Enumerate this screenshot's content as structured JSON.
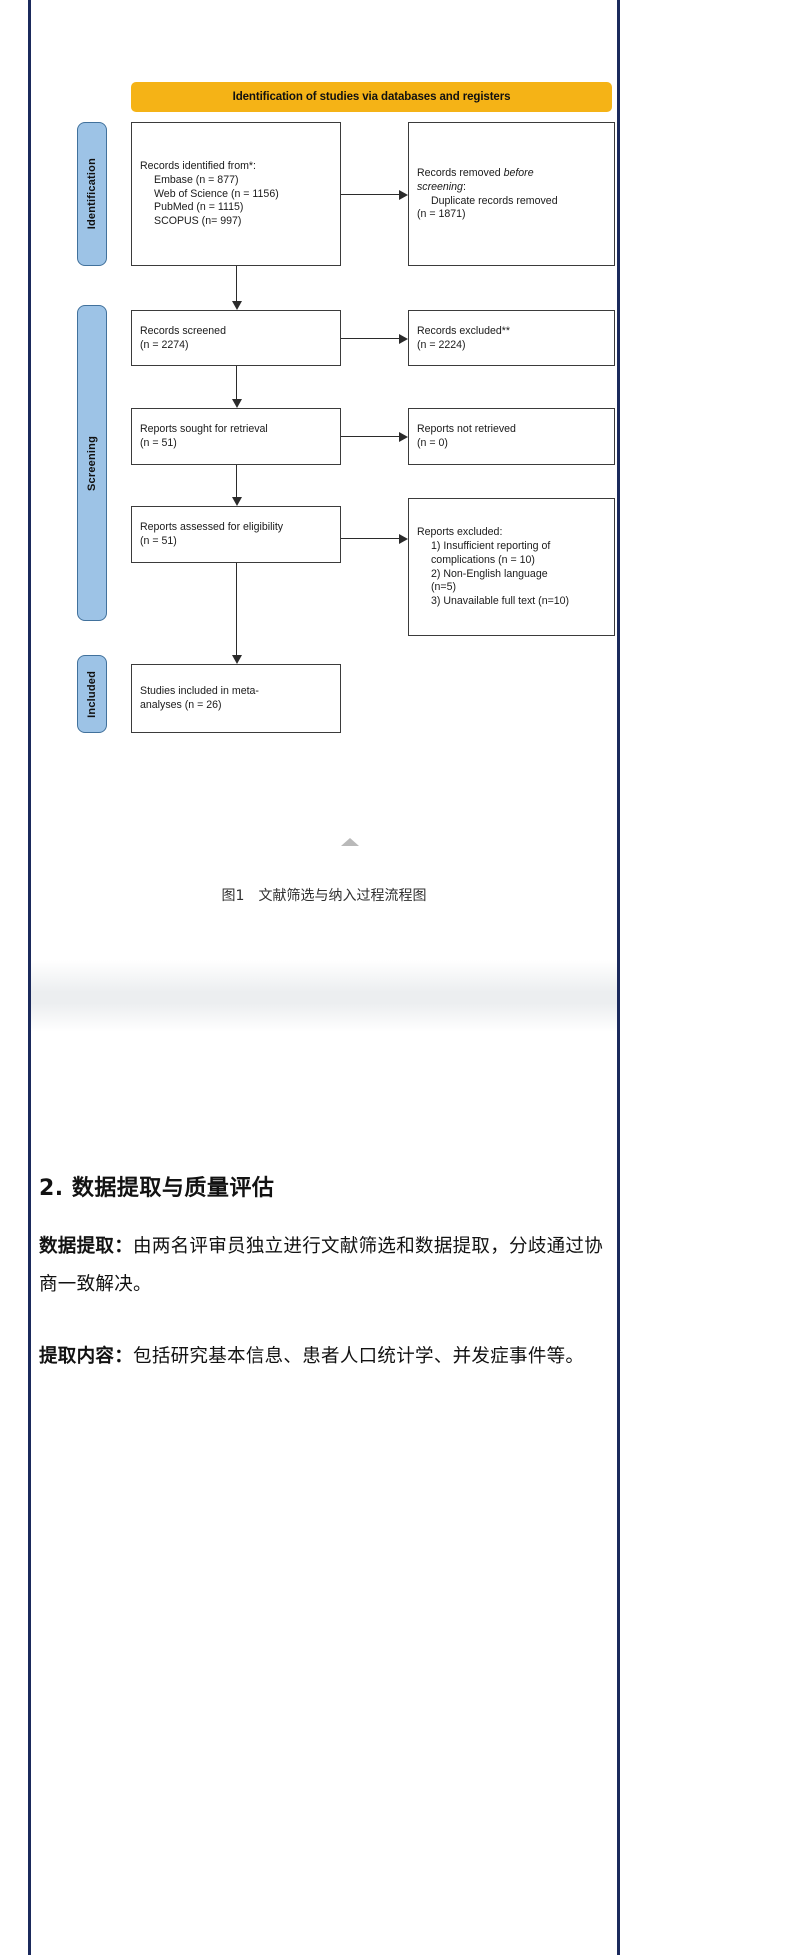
{
  "figure": {
    "banner": "Identification of studies via databases and registers",
    "stages": [
      {
        "id": "identification",
        "label": "Identification"
      },
      {
        "id": "screening",
        "label": "Screening"
      },
      {
        "id": "included",
        "label": "Included"
      }
    ],
    "nodes": {
      "identified": {
        "title": "Records identified from*:",
        "items": [
          "Embase (n = 877)",
          "Web of Science (n = 1156)",
          "PubMed (n = 1115)",
          "SCOPUS (n= 997)"
        ]
      },
      "removed": {
        "line1": "Records removed ",
        "line1_italic": "before",
        "line2_italic": "screening",
        "line2_tail": ":",
        "item": "Duplicate records removed",
        "count": "(n = 1871)"
      },
      "screened": {
        "title": "Records screened",
        "count": "(n = 2274)"
      },
      "excluded_records": {
        "title": "Records excluded**",
        "count": "(n = 2224)"
      },
      "sought": {
        "title": "Reports sought for retrieval",
        "count": "(n = 51)"
      },
      "not_retrieved": {
        "title": "Reports not retrieved",
        "count": "(n = 0)"
      },
      "assessed": {
        "title": "Reports assessed for eligibility",
        "count": "(n = 51)"
      },
      "excluded_reports": {
        "title": "Reports excluded:",
        "items": [
          "1) Insufficient reporting of",
          "complications (n = 10)",
          "2) Non-English language",
          "(n=5)",
          "3) Unavailable full text (n=10)"
        ]
      },
      "included_studies": {
        "line1": "Studies included in meta-",
        "line2": "analyses (n = 26)"
      }
    },
    "caption_label": "图1",
    "caption_text": "文献筛选与纳入过程流程图",
    "colors": {
      "banner": "#f5b316",
      "stage_tab_fill": "#9dc3e6",
      "stage_tab_border": "#41719c",
      "node_border": "#3b3b3b",
      "frame_rule": "#1b2a5c"
    }
  },
  "article": {
    "heading": "2. 数据提取与质量评估",
    "paragraphs": [
      {
        "lead": "数据提取：",
        "body": "由两名评审员独立进行文献筛选和数据提取，分歧通过协商一致解决。"
      },
      {
        "lead": "提取内容：",
        "body": "包括研究基本信息、患者人口统计学、并发症事件等。"
      }
    ]
  }
}
